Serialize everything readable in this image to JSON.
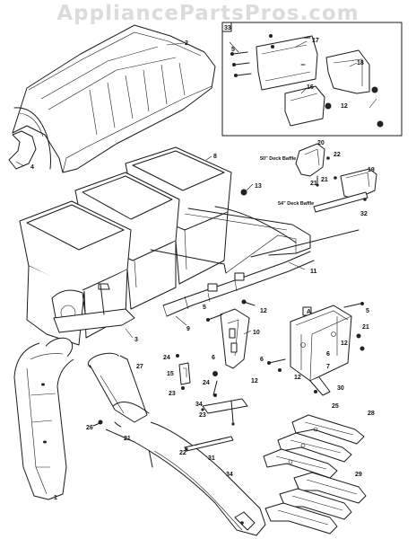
{
  "watermark": "AppliancePartsPros.com",
  "inset": {
    "box_label": "33"
  },
  "captions": {
    "deck50": "50\" Deck Baffle",
    "deck54": "54\" Deck Baffle",
    "box_a": "A"
  },
  "callouts": {
    "c1": "1",
    "c2": "2",
    "c3": "3",
    "c4": "4",
    "c5a": "5",
    "c5b": "5",
    "c6a": "6",
    "c6b": "6",
    "c6c": "6",
    "c7": "7",
    "c8": "8",
    "c9": "9",
    "c10": "10",
    "c11": "11",
    "c12a": "12",
    "c12b": "12",
    "c12c": "12",
    "c12d": "12",
    "c12e": "12",
    "c13": "13",
    "c15": "15",
    "c16": "16",
    "c17": "17",
    "c18": "18",
    "c19": "19",
    "c20": "20",
    "c21a": "21",
    "c21b": "21",
    "c21c": "21",
    "c22a": "22",
    "c22b": "22",
    "c23a": "23",
    "c23b": "23",
    "c24a": "24",
    "c24b": "24",
    "c25": "25",
    "c26": "26",
    "c27": "27",
    "c28": "28",
    "c29": "29",
    "c30": "30",
    "c31": "31",
    "c32": "32",
    "c34a": "34",
    "c34b": "34"
  }
}
